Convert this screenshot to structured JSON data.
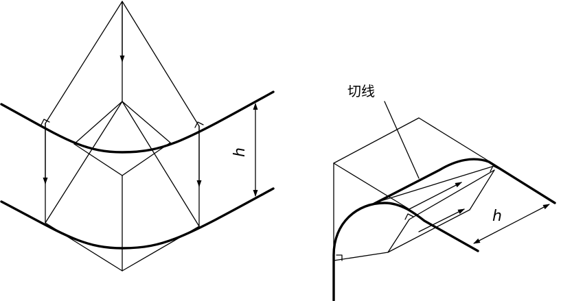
{
  "labels": {
    "left_height": "h",
    "right_height": "h",
    "tangent": "切线"
  },
  "colors": {
    "line": "#000000",
    "background": "#ffffff"
  }
}
